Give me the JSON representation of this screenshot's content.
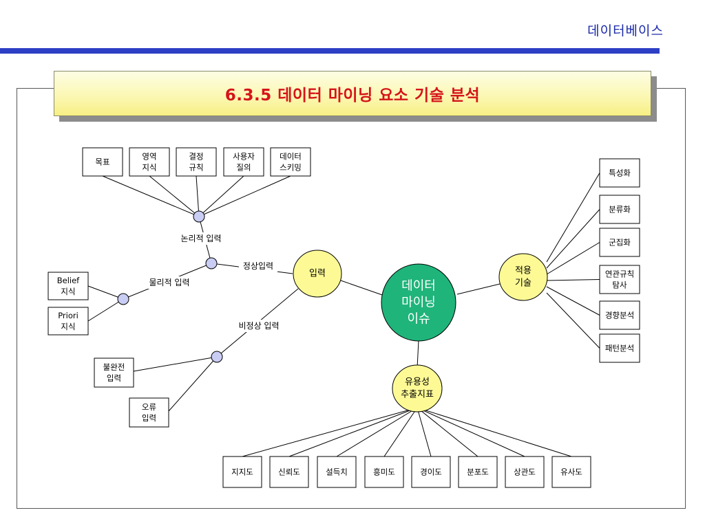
{
  "header": {
    "title": "데이터베이스"
  },
  "slide": {
    "title": "6.3.5  데이터 마이닝 요소 기술 분석"
  },
  "diagram": {
    "center": {
      "lines": [
        "데이터",
        "마이닝",
        "이슈"
      ]
    },
    "input_node": {
      "label": "입력"
    },
    "applied_node": {
      "lines": [
        "적용",
        "기술"
      ]
    },
    "usefulness_node": {
      "lines": [
        "유용성",
        "추출지표"
      ]
    },
    "top_boxes": [
      {
        "lines": [
          "목표"
        ]
      },
      {
        "lines": [
          "영역",
          "지식"
        ]
      },
      {
        "lines": [
          "결정",
          "규칙"
        ]
      },
      {
        "lines": [
          "사용자",
          "질의"
        ]
      },
      {
        "lines": [
          "데이터",
          "스키밍"
        ]
      }
    ],
    "left_boxes": [
      {
        "lines": [
          "Belief",
          "지식"
        ]
      },
      {
        "lines": [
          "Priori",
          "지식"
        ]
      }
    ],
    "lower_left_boxes": [
      {
        "lines": [
          "불완전",
          "입력"
        ]
      },
      {
        "lines": [
          "오류",
          "입력"
        ]
      }
    ],
    "right_boxes": [
      {
        "lines": [
          "특성화"
        ]
      },
      {
        "lines": [
          "분류화"
        ]
      },
      {
        "lines": [
          "군집화"
        ]
      },
      {
        "lines": [
          "연관규칙",
          "탐사"
        ]
      },
      {
        "lines": [
          "경향분석"
        ]
      },
      {
        "lines": [
          "패턴분석"
        ]
      }
    ],
    "bottom_boxes": [
      {
        "lines": [
          "지지도"
        ]
      },
      {
        "lines": [
          "신뢰도"
        ]
      },
      {
        "lines": [
          "설득치"
        ]
      },
      {
        "lines": [
          "흥미도"
        ]
      },
      {
        "lines": [
          "경이도"
        ]
      },
      {
        "lines": [
          "분포도"
        ]
      },
      {
        "lines": [
          "상관도"
        ]
      },
      {
        "lines": [
          "유사도"
        ]
      }
    ],
    "labels": {
      "logical_input": "논리적 입력",
      "normal_input": "정상입력",
      "physical_input": "물리적 입력",
      "abnormal_input": "비정상 입력"
    }
  },
  "colors": {
    "center_fill": "#1fb47a",
    "node_fill": "#fdfa96",
    "junction_fill": "#c9cdf3",
    "accent_blue": "#2d3fc4",
    "title_red": "#d5141a"
  }
}
